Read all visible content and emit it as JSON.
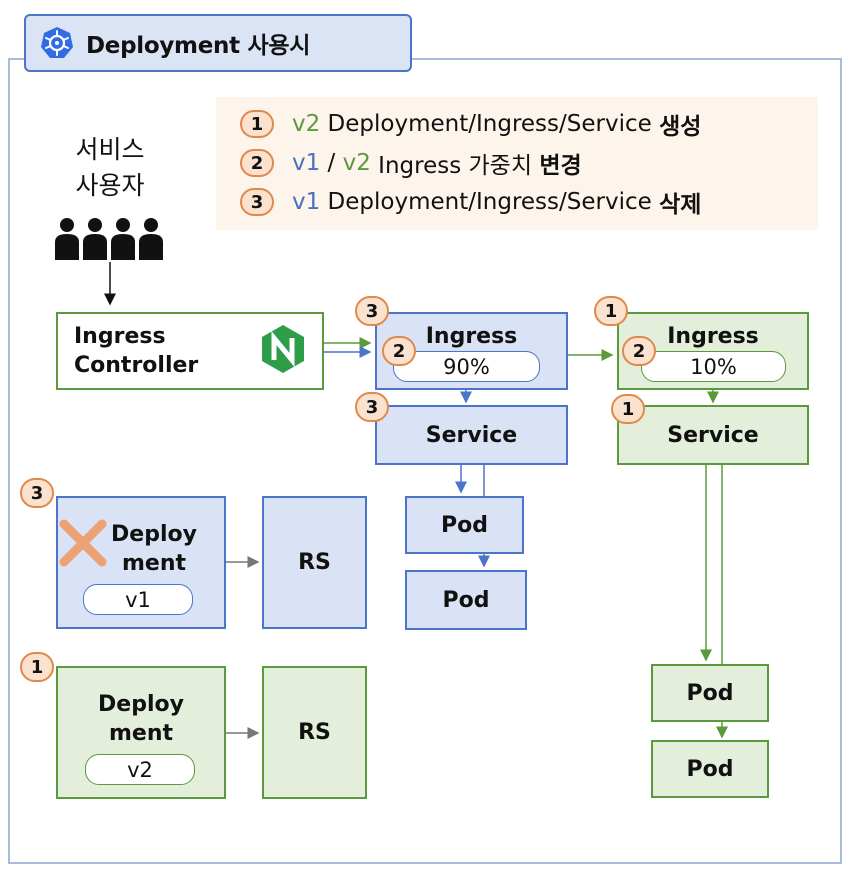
{
  "title": "Deployment 사용시",
  "legend": [
    {
      "num": "1",
      "parts": [
        {
          "t": "v2",
          "c": "g"
        },
        {
          "t": " Deployment/Ingress/Service ",
          "c": ""
        },
        {
          "t": "생성",
          "c": "bd"
        }
      ]
    },
    {
      "num": "2",
      "parts": [
        {
          "t": "v1",
          "c": "b"
        },
        {
          "t": " / ",
          "c": ""
        },
        {
          "t": "v2",
          "c": "g"
        },
        {
          "t": " Ingress 가중치 ",
          "c": ""
        },
        {
          "t": "변경",
          "c": "bd"
        }
      ]
    },
    {
      "num": "3",
      "parts": [
        {
          "t": "v1",
          "c": "b"
        },
        {
          "t": " Deployment/Ingress/Service ",
          "c": ""
        },
        {
          "t": "삭제",
          "c": "bd"
        }
      ]
    }
  ],
  "users": {
    "line1": "서비스",
    "line2": "사용자"
  },
  "ingress_controller": {
    "line1": "Ingress",
    "line2": "Controller"
  },
  "v1": {
    "ingress_label": "Ingress",
    "weight": "90%",
    "service_label": "Service",
    "pods": [
      "Pod",
      "Pod"
    ],
    "deployment": {
      "line1": "Deploy",
      "line2": "ment",
      "version": "v1"
    },
    "rs": "RS"
  },
  "v2": {
    "ingress_label": "Ingress",
    "weight": "10%",
    "service_label": "Service",
    "pods": [
      "Pod",
      "Pod"
    ],
    "deployment": {
      "line1": "Deploy",
      "line2": "ment",
      "version": "v2"
    },
    "rs": "RS"
  },
  "badges": {
    "v1_ingress_top": "3",
    "v1_ingress_weight": "2",
    "v1_service": "3",
    "v1_deployment": "3",
    "v2_ingress_top": "1",
    "v2_ingress_weight": "2",
    "v2_service": "1",
    "v2_deployment": "1"
  },
  "colors": {
    "v1": "#4c74c9",
    "v2": "#5a9a3c",
    "badge": "#e0894a"
  }
}
